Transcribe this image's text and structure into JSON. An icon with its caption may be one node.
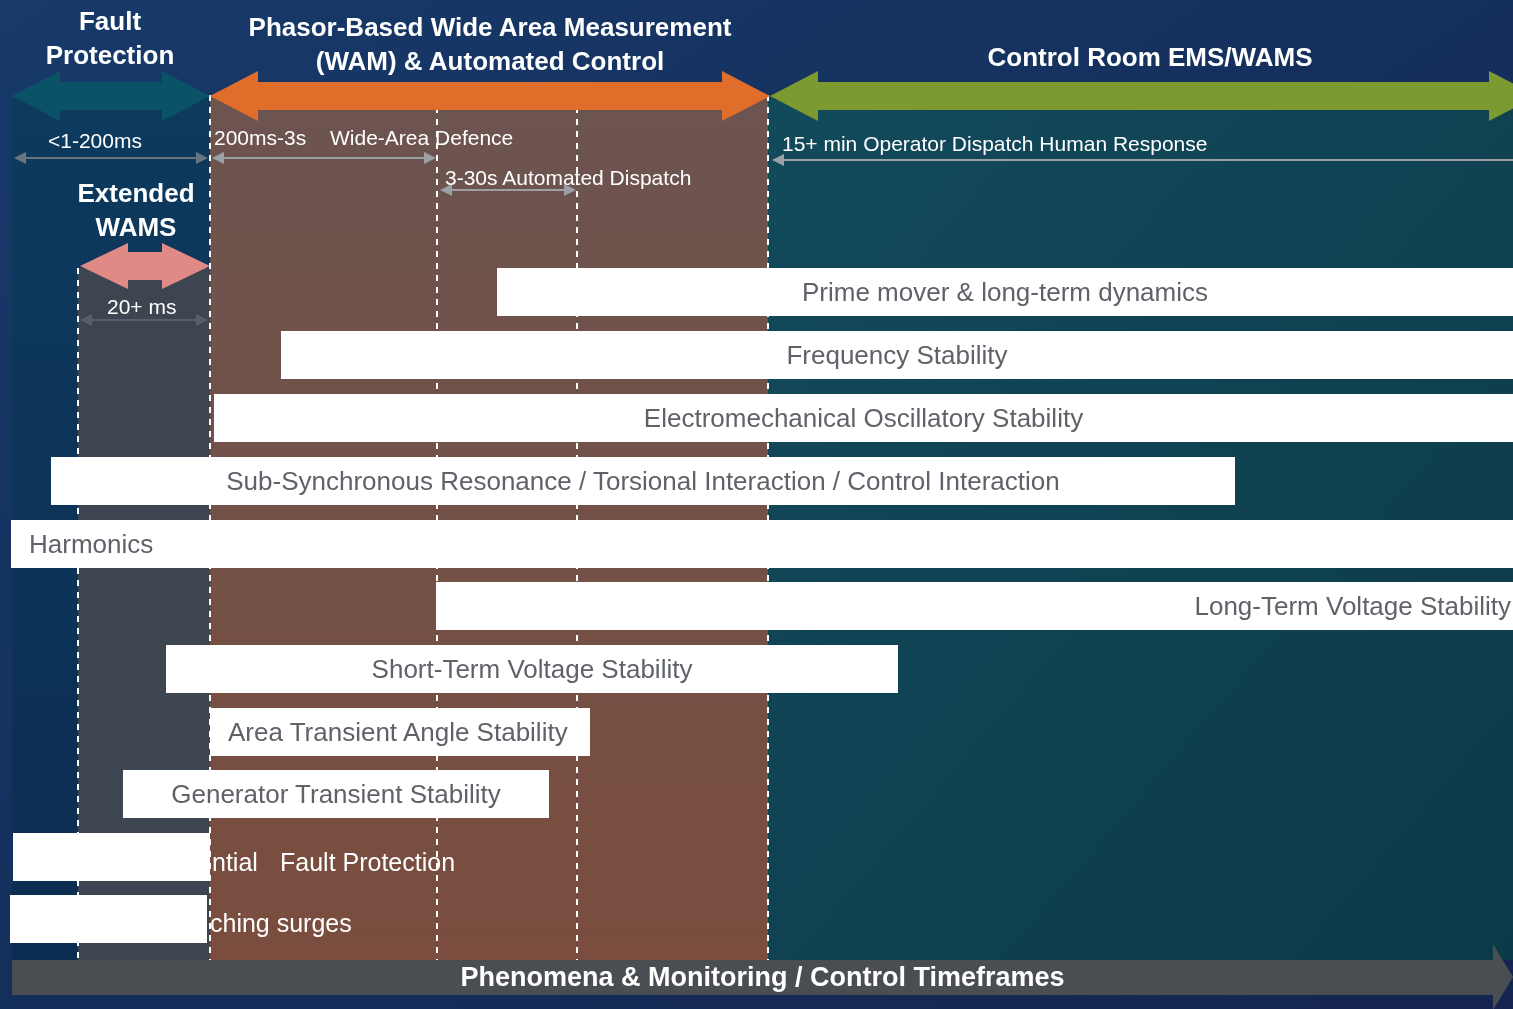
{
  "diagram": {
    "nodes": [
      {
        "text": [
          "Prime mover & long-term dynamics"
        ]
      },
      {
        "text": [
          "Frequency Stability"
        ]
      },
      {
        "text": [
          "Electromechanical Oscillatory Stability"
        ]
      },
      {
        "text": [
          "Sub-Synchronous Resonance / Torsional Interaction / Control Interaction"
        ]
      },
      {
        "text": [
          "Harmonics"
        ]
      },
      {
        "text": [
          "Long-Term Voltage Stability"
        ]
      },
      {
        "text": [
          "Short-Term Voltage Stability"
        ]
      },
      {
        "text": [
          "Area Transient Angle Stability"
        ]
      },
      {
        "text": [
          "Generator Transient Stability"
        ]
      },
      {
        "text": [],
        "shape": "box"
      },
      {
        "text": [],
        "shape": "box"
      },
      {
        "text": [
          "Phenomena & Monitoring / Control Timeframes"
        ]
      }
    ],
    "labels": [
      "Fault Protection",
      "Phasor-Based Wide Area Measurement (WAM) & Automated Control",
      "Control Room EMS/WAMS",
      "<1-200ms",
      "200ms-3s",
      "Wide-Area Defence",
      "3-30s Automated Dispatch",
      "15+ min Operator Dispatch Human Response",
      "Extended WAMS",
      "20+ ms",
      "ntial",
      "Fault Protection",
      "ching surges"
    ]
  }
}
